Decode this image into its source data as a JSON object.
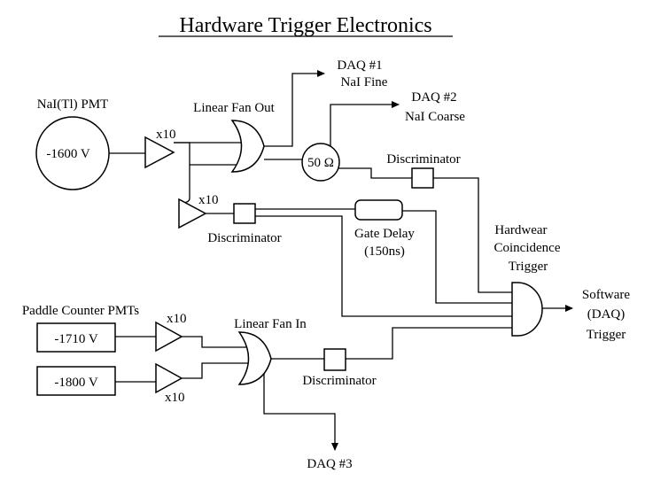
{
  "title": "Hardware Trigger Electronics",
  "nai_pmt": {
    "label": "NaI(Tl) PMT",
    "voltage": "-1600 V"
  },
  "amp_labels": {
    "nai_main": "x10",
    "nai_branch": "x10",
    "paddle_top": "x10",
    "paddle_bottom": "x10"
  },
  "linear_fan_out": "Linear Fan Out",
  "daq1": {
    "line1": "DAQ #1",
    "line2": "NaI Fine"
  },
  "daq2": {
    "line1": "DAQ #2",
    "line2": "NaI Coarse"
  },
  "terminator": "50 Ω",
  "discriminator_labels": {
    "top": "Discriminator",
    "mid": "Discriminator",
    "bottom": "Discriminator"
  },
  "gate_delay": {
    "line1": "Gate Delay",
    "line2": "(150ns)"
  },
  "coincidence": {
    "line1": "Hardwear",
    "line2": "Coincidence",
    "line3": "Trigger"
  },
  "software_trigger": {
    "line1": "Software",
    "line2": "(DAQ)",
    "line3": "Trigger"
  },
  "paddle_pmts": {
    "label": "Paddle Counter PMTs",
    "voltage_top": "-1710 V",
    "voltage_bottom": "-1800 V"
  },
  "linear_fan_in": "Linear Fan In",
  "daq3": "DAQ #3"
}
